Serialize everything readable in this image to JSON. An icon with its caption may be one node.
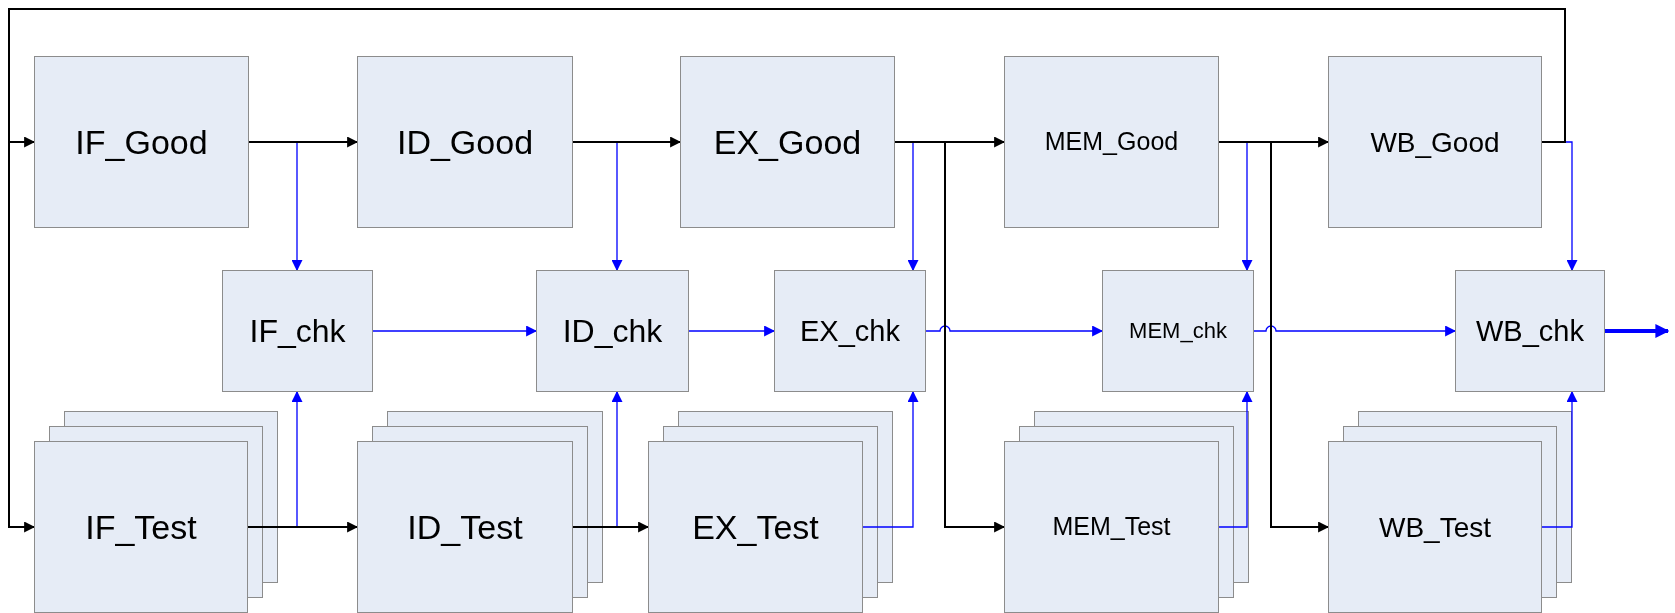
{
  "diagram": {
    "nodes": [
      {
        "text": [
          "IF_Good"
        ]
      },
      {
        "text": [
          "ID_Good"
        ]
      },
      {
        "text": [
          "EX_Good"
        ]
      },
      {
        "text": [
          "MEM_Good"
        ]
      },
      {
        "text": [
          "WB_Good"
        ]
      },
      {
        "text": [
          "IF_chk"
        ]
      },
      {
        "text": [
          "ID_chk"
        ]
      },
      {
        "text": [
          "EX_chk"
        ]
      },
      {
        "text": [
          "MEM_chk"
        ]
      },
      {
        "text": [
          "WB_chk"
        ]
      },
      {
        "text": [
          "IF_Test"
        ]
      },
      {
        "text": [
          "ID_Test"
        ]
      },
      {
        "text": [
          "EX_Test"
        ]
      },
      {
        "text": [
          "MEM_Test"
        ]
      },
      {
        "text": [
          "WB_Test"
        ]
      }
    ],
    "edges": [
      {
        "from": 4,
        "to": 0,
        "arrow": "to",
        "color": "#000000"
      },
      {
        "from": 4,
        "to": 10,
        "arrow": "to",
        "color": "#000000"
      },
      {
        "from": 0,
        "to": 1,
        "arrow": "to",
        "color": "#000000"
      },
      {
        "from": 1,
        "to": 2,
        "arrow": "to",
        "color": "#000000"
      },
      {
        "from": 2,
        "to": 3,
        "arrow": "to",
        "color": "#000000"
      },
      {
        "from": 3,
        "to": 4,
        "arrow": "to",
        "color": "#000000"
      },
      {
        "from": 10,
        "to": 11,
        "arrow": "to",
        "color": "#000000"
      },
      {
        "from": 11,
        "to": 12,
        "arrow": "to",
        "color": "#000000"
      },
      {
        "from": 2,
        "to": 13,
        "arrow": "to",
        "color": "#000000"
      },
      {
        "from": 3,
        "to": 14,
        "arrow": "to",
        "color": "#000000"
      },
      {
        "from": 0,
        "to": 5,
        "arrow": "to"
      },
      {
        "from": 1,
        "to": 6,
        "arrow": "to"
      },
      {
        "from": 2,
        "to": 7,
        "arrow": "to"
      },
      {
        "from": 3,
        "to": 8,
        "arrow": "to"
      },
      {
        "from": 4,
        "to": 9,
        "arrow": "to"
      },
      {
        "from": 10,
        "to": 5,
        "arrow": "to"
      },
      {
        "from": 11,
        "to": 6,
        "arrow": "to"
      },
      {
        "from": 12,
        "to": 7,
        "arrow": "to"
      },
      {
        "from": 13,
        "to": 8,
        "arrow": "to"
      },
      {
        "from": 14,
        "to": 9,
        "arrow": "to"
      },
      {
        "from": 5,
        "to": 6,
        "arrow": "to"
      },
      {
        "from": 6,
        "to": 7,
        "arrow": "to"
      },
      {
        "from": 7,
        "to": 8,
        "arrow": "to"
      },
      {
        "from": 8,
        "to": 9,
        "arrow": "to"
      },
      {
        "from": 9,
        "to": null,
        "arrow": "to",
        "style": "thick"
      }
    ]
  }
}
